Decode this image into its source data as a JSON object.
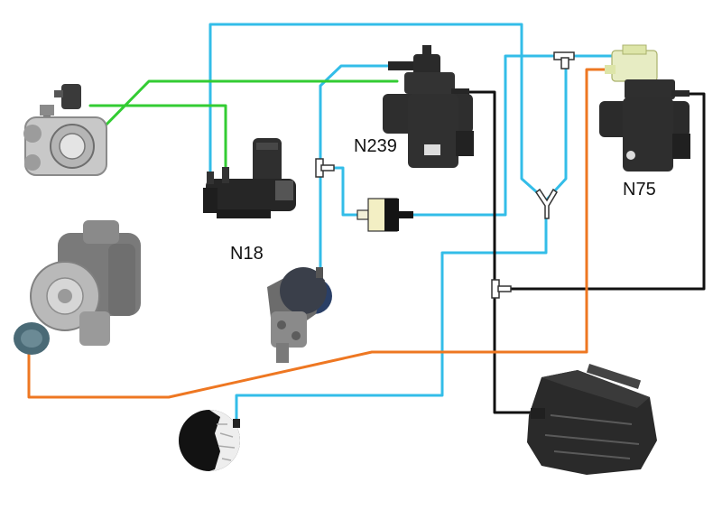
{
  "labels": {
    "n239": "N239",
    "n18": "N18",
    "n75": "N75"
  },
  "colors": {
    "vacuum_line": "#33bde8",
    "egr_line": "#33cc33",
    "atmosphere_line": "#111111",
    "boost_line": "#ee7722",
    "background": "#ffffff"
  },
  "components": [
    {
      "id": "egr-valve",
      "icon": "egr-valve-icon"
    },
    {
      "id": "turbocharger",
      "icon": "turbocharger-icon"
    },
    {
      "id": "n18-valve",
      "icon": "solenoid-valve-icon"
    },
    {
      "id": "n239-valve",
      "icon": "solenoid-valve-icon"
    },
    {
      "id": "n75-valve",
      "icon": "solenoid-valve-icon"
    },
    {
      "id": "vacuum-pump",
      "icon": "vacuum-pump-icon"
    },
    {
      "id": "vacuum-reservoir",
      "icon": "vacuum-reservoir-icon"
    },
    {
      "id": "air-filter-box",
      "icon": "air-filter-box-icon"
    },
    {
      "id": "check-valve",
      "icon": "check-valve-icon"
    }
  ]
}
